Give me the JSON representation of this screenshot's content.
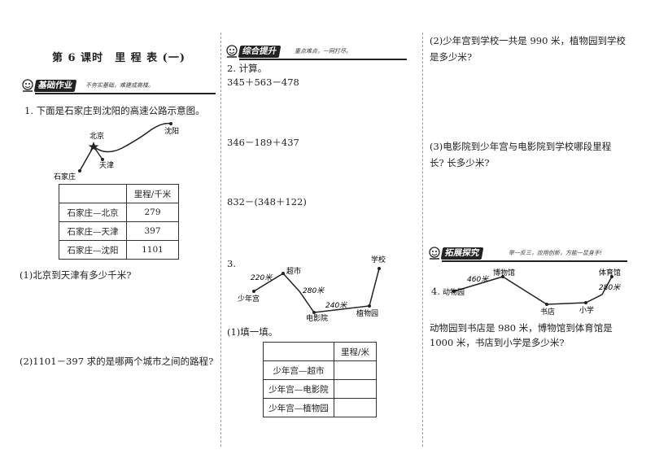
{
  "lesson_title": "第 6 课时　里 程 表 (一)",
  "basic": {
    "badge": "基础作业",
    "motto": "不夯实基础，难建成高楼。",
    "q1_text": "1. 下面是石家庄到沈阳的高速公路示意图。",
    "map_labels": {
      "beijing": "北京",
      "tianjin": "天津",
      "shijiazhuang": "石家庄",
      "shenyang": "沈阳"
    },
    "table": {
      "header": [
        "",
        "里程/千米"
      ],
      "rows": [
        [
          "石家庄—北京",
          "279"
        ],
        [
          "石家庄—天津",
          "397"
        ],
        [
          "石家庄—沈阳",
          "1101"
        ]
      ]
    },
    "q1_1": "(1)北京到天津有多少千米?",
    "q1_2": "(2)1101－397 求的是哪两个城市之间的路程?"
  },
  "comprehensive": {
    "badge": "综合提升",
    "motto": "重点难点，一网打尽。",
    "q2_title": "2. 计算。",
    "calc": [
      "345＋563－478",
      "346－189＋437",
      "832－(348＋122)"
    ],
    "q3_label": "3.",
    "map_labels": {
      "youth_palace": "少年宫",
      "supermarket": "超市",
      "cinema": "电影院",
      "botanical": "植物园",
      "school": "学校",
      "d1": "220米",
      "d2": "280米",
      "d3": "240米"
    },
    "q3_1": "(1)填一填。",
    "table": {
      "header": [
        "",
        "里程/米"
      ],
      "rows": [
        [
          "少年宫—超市",
          ""
        ],
        [
          "少年宫—电影院",
          ""
        ],
        [
          "少年宫—植物园",
          ""
        ]
      ]
    }
  },
  "right": {
    "q3_2_line1": "(2)少年宫到学校一共是 990 米，植物园到学校",
    "q3_2_line2": "是多少米?",
    "q3_3_line1": "(3)电影院到少年宫与电影院到学校哪段里程",
    "q3_3_line2": "长? 长多少米?",
    "extend_badge": "拓展探究",
    "extend_motto": "举一反三，应用创新，方能一显身手!",
    "q4_label": "4.",
    "map_labels": {
      "zoo": "动物园",
      "museum": "博物馆",
      "bookstore": "书店",
      "primary": "小学",
      "gym": "体育馆",
      "d1": "460米",
      "d2": "280米"
    },
    "q4_line1": "动物园到书店是 980 米，博物馆到体育馆是",
    "q4_line2": "1000 米，书店到小学是多少米?"
  }
}
